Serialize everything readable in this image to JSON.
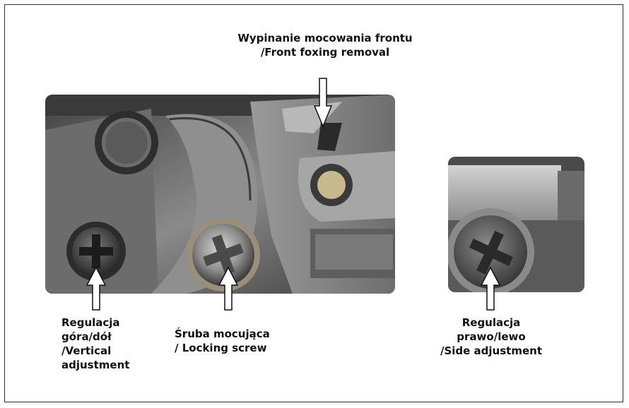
{
  "labels": {
    "front_removal": {
      "line1": "Wypinanie mocowania frontu",
      "line2": "/Front foxing removal"
    },
    "vertical": {
      "line1": "Regulacja",
      "line2": "góra/dół",
      "line3": "/Vertical",
      "line4": "adjustment"
    },
    "screw": {
      "line1": "Śruba mocująca",
      "line2": "/ Locking screw"
    },
    "side": {
      "line1": "Regulacja",
      "line2": "prawo/lewo",
      "line3": "/Side adjustment"
    }
  },
  "icons": {
    "arrow": "arrow-icon",
    "photo": "hinge-photo"
  },
  "colors": {
    "background": "#ffffff",
    "metal_dark": "#2a2a2a",
    "metal_mid": "#7d7d7d",
    "metal_light": "#b5b5b5",
    "text": "#111111"
  }
}
